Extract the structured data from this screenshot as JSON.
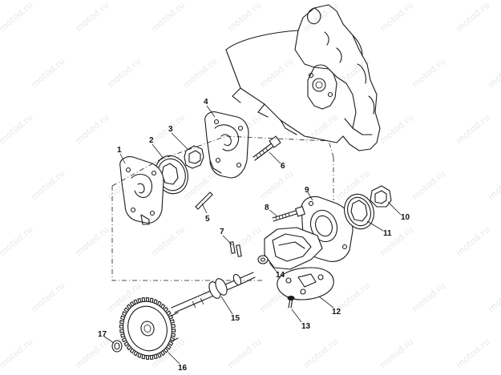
{
  "diagram": {
    "watermark_text": "motod.ru",
    "callouts": [
      {
        "id": "1",
        "label": "1"
      },
      {
        "id": "2",
        "label": "2"
      },
      {
        "id": "3",
        "label": "3"
      },
      {
        "id": "4",
        "label": "4"
      },
      {
        "id": "5",
        "label": "5"
      },
      {
        "id": "6",
        "label": "6"
      },
      {
        "id": "7",
        "label": "7"
      },
      {
        "id": "8",
        "label": "8"
      },
      {
        "id": "9",
        "label": "9"
      },
      {
        "id": "10",
        "label": "10"
      },
      {
        "id": "11",
        "label": "11"
      },
      {
        "id": "12",
        "label": "12"
      },
      {
        "id": "13",
        "label": "13"
      },
      {
        "id": "14",
        "label": "14"
      },
      {
        "id": "15",
        "label": "15"
      },
      {
        "id": "16",
        "label": "16"
      },
      {
        "id": "17",
        "label": "17"
      }
    ]
  }
}
